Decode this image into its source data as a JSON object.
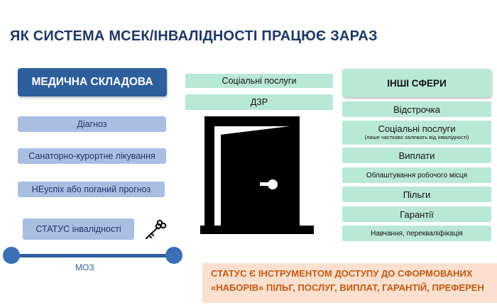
{
  "title": "ЯК СИСТЕМА МСЕК/ІНВАЛІДНОСТІ ПРАЦЮЄ ЗАРАЗ",
  "medical": {
    "header": "МЕДИЧНА СКЛАДОВА",
    "items": [
      "Діагноз",
      "Санаторно-курортне лікування",
      "НЕуспіх або поганий прогноз",
      "СТАТУС інвалідності"
    ]
  },
  "center": {
    "top_items": [
      "Соціальні послуги",
      "ДЗР"
    ]
  },
  "other": {
    "header": "ІНШІ СФЕРИ",
    "items": [
      {
        "label": "Відстрочка"
      },
      {
        "label": "Соціальні послуги",
        "note": "(лише частково залежать від інвалідності)"
      },
      {
        "label": "Виплати"
      },
      {
        "label": "Облаштування робочого місця"
      },
      {
        "label": "Пільги"
      },
      {
        "label": "Гарантії"
      },
      {
        "label": "Навчання, перекваліфікація"
      }
    ]
  },
  "slider": {
    "label": "МОЗ"
  },
  "note": {
    "line1": "СТАТУС Є ІНСТРУМЕНТОМ ДОСТУПУ ДО СФОРМОВАНИХ",
    "line2": "«НАБОРІВ» ПІЛЬГ, ПОСЛУГ, ВИПЛАТ, ГАРАНТІЙ, ПРЕФЕРЕН"
  },
  "icons": {
    "door": "door-icon",
    "key": "key-icon"
  },
  "colors": {
    "title": "#1f3864",
    "medical_header": "#2e5e9c",
    "medical_item": "#a9bfe2",
    "other": "#b9e8d6",
    "note_bg": "#fbe0cf",
    "note_text": "#c55a11"
  }
}
